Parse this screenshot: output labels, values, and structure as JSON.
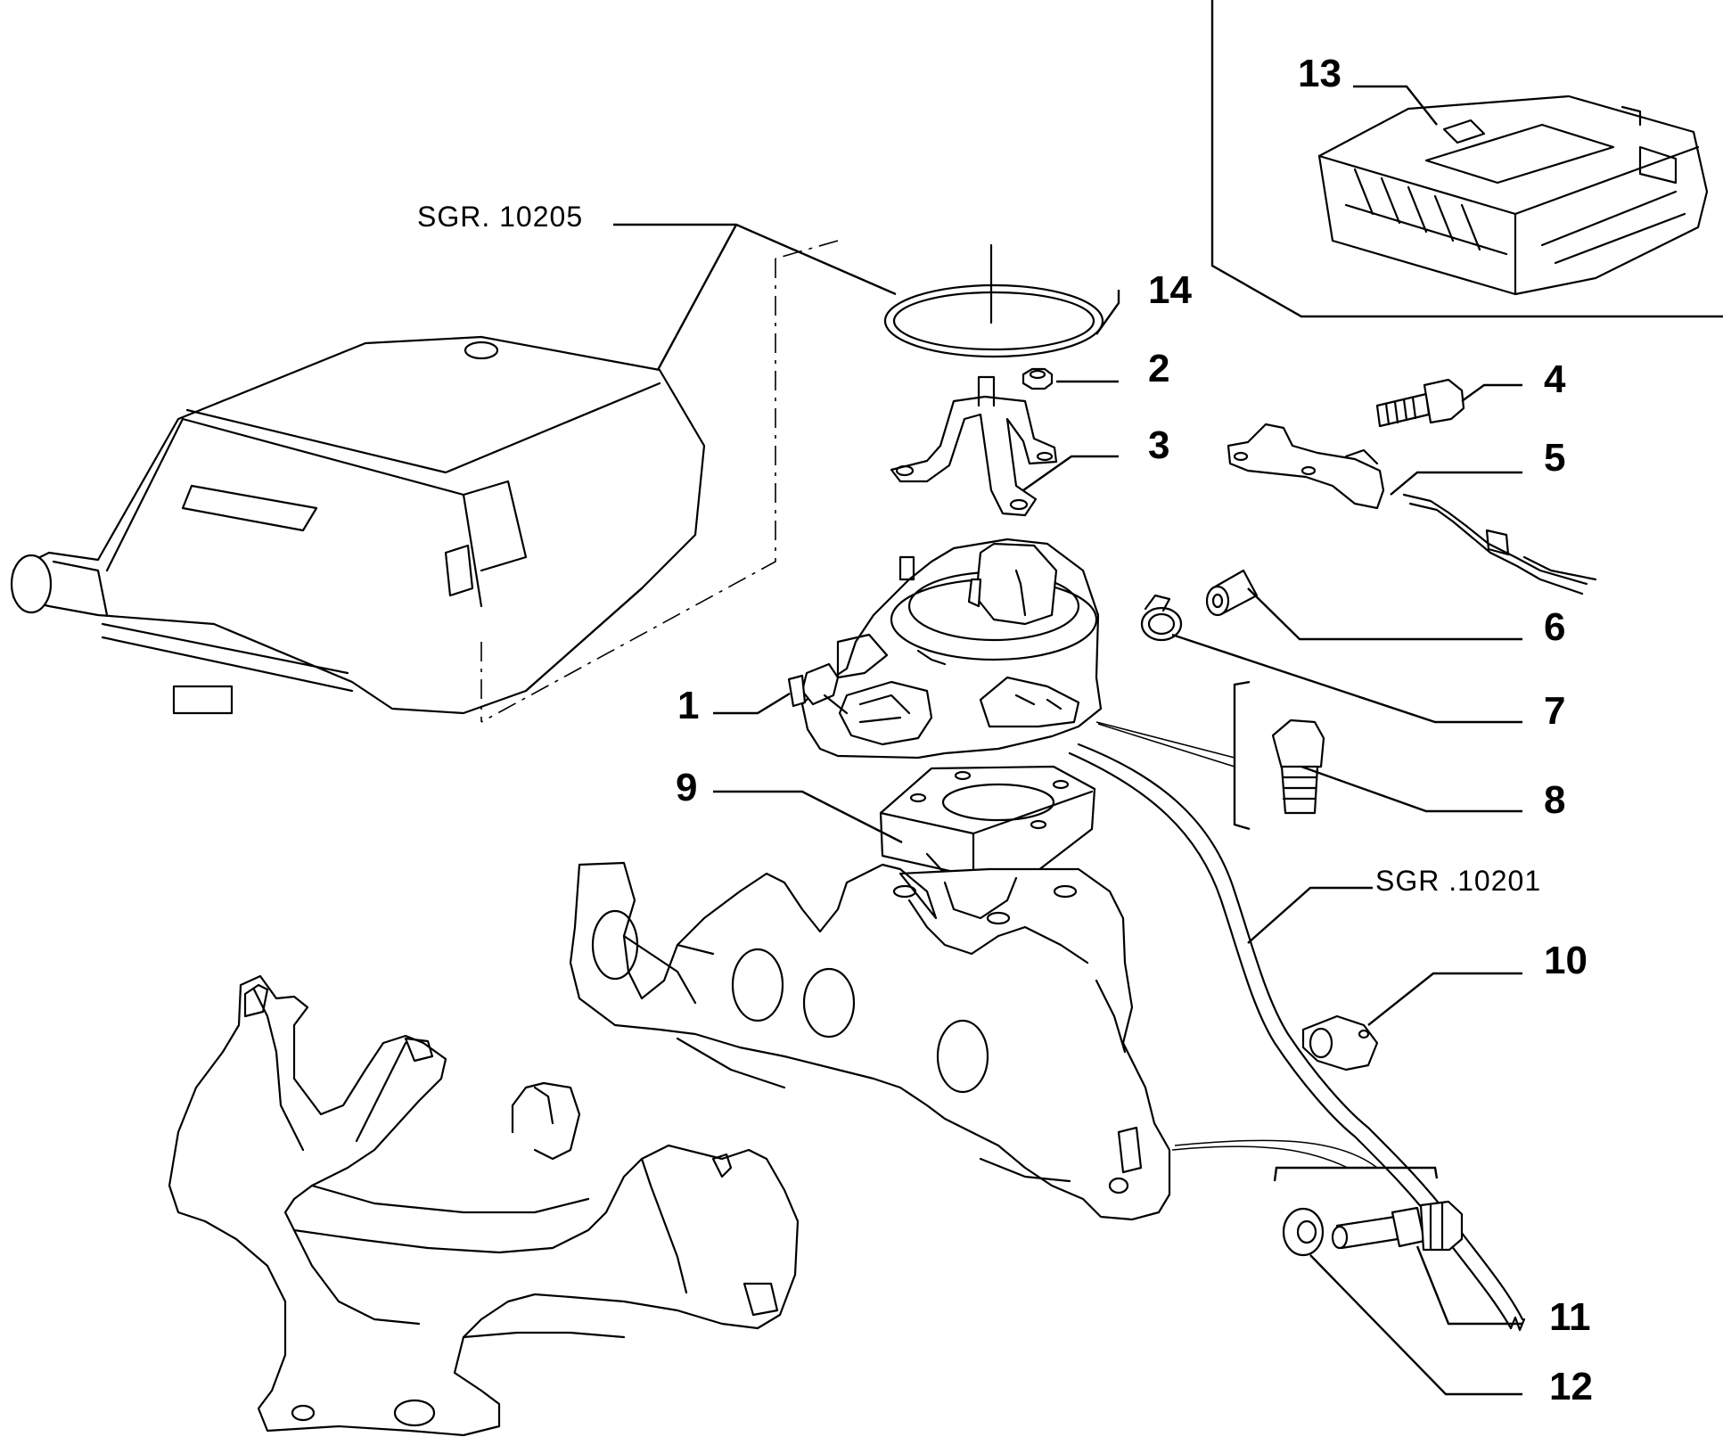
{
  "references": {
    "air_filter": "SGR. 10205",
    "wiring": "SGR .10201"
  },
  "callouts": [
    "1",
    "2",
    "3",
    "4",
    "5",
    "6",
    "7",
    "8",
    "9",
    "10",
    "11",
    "12",
    "13",
    "14"
  ]
}
